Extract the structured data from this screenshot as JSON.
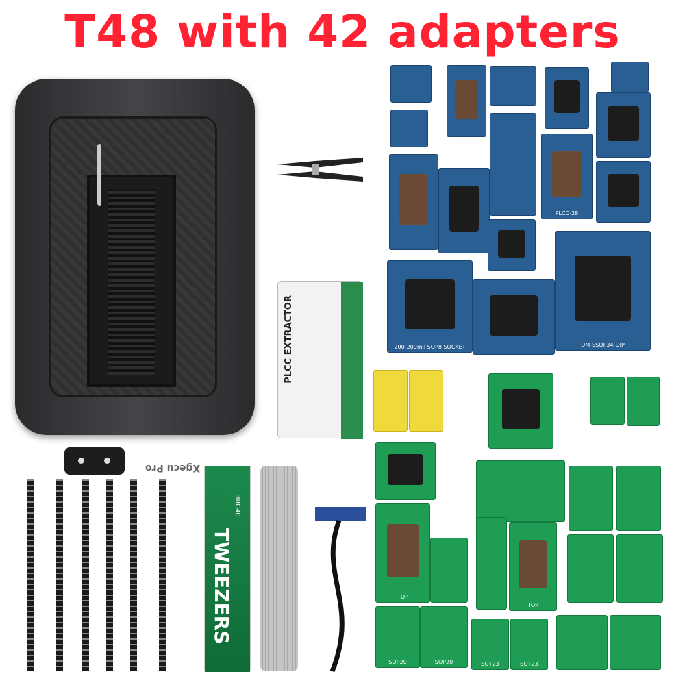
{
  "title": "T48 with 42 adapters",
  "colors": {
    "title": "#ff2233",
    "adapter_blue": "#2a5f93",
    "adapter_green": "#1f9d55",
    "programmer": "#333436"
  },
  "programmer": {
    "brand": "Xgecu Pro",
    "icons": [
      "zif-socket-icon",
      "led-indicator-icon"
    ]
  },
  "accessories": {
    "extractor_label": "PLCC EXTRACTOR",
    "tweezers_label": "TWEEZERS",
    "tweezers_sub": "HRC40",
    "clip_icon": "soic-clip-icon"
  },
  "adapter_labels": {
    "plcc28": "PLCC-28",
    "ssop34": "DM-SSOP34-DIP",
    "sop8": "200-209mil SOP8 SOCKET",
    "sot23a": "SOT23",
    "sot23b": "SOT23",
    "sop20a": "SOP20",
    "sop20b": "SOP20",
    "top_a": "TOP",
    "top_b": "TOP"
  }
}
